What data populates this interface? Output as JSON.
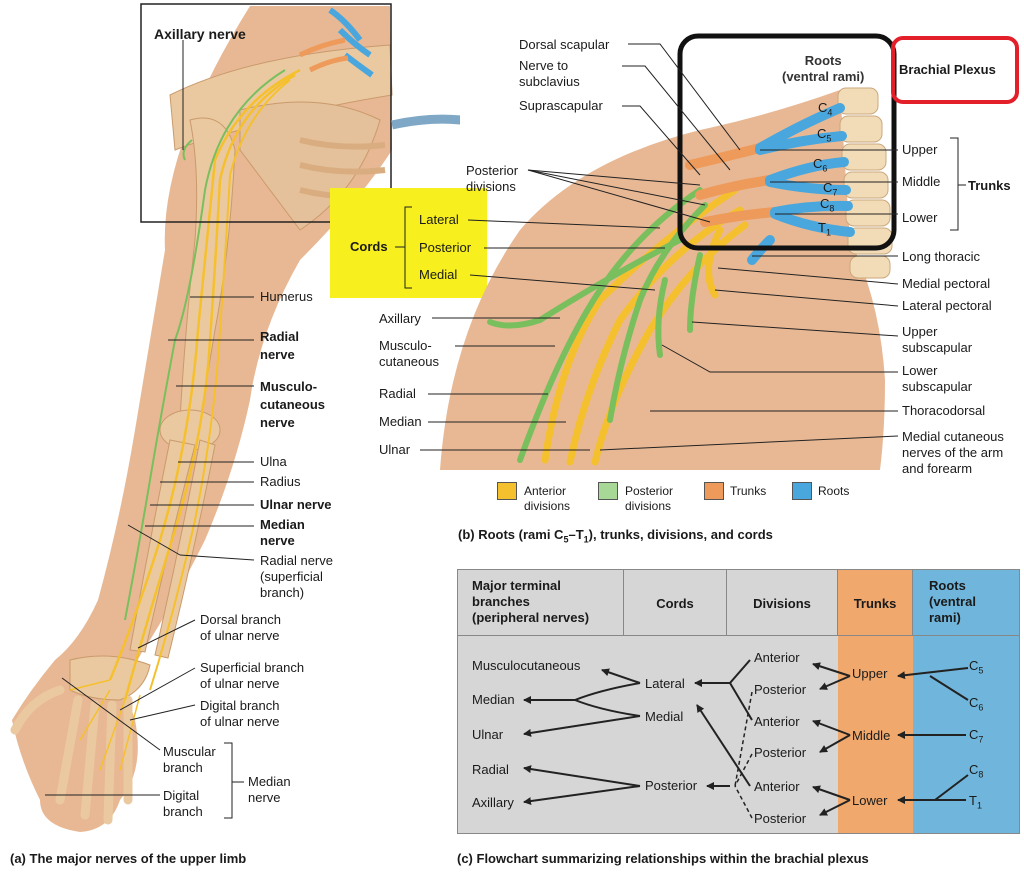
{
  "colors": {
    "anterior": "#f5c02e",
    "posterior": "#79bf5e",
    "trunks": "#ee9a5a",
    "roots": "#4aa7de",
    "bone": "#ebc9a0",
    "skin": "#e8b894",
    "highlight_yellow": "#f7ef1e",
    "box_red": "#e3202a",
    "flow_grey": "#d6d6d6",
    "flow_orange": "#f0a86c",
    "flow_blue": "#70b6dc"
  },
  "panel_a": {
    "caption": "(a) The major nerves of the upper limb",
    "inset_label": "Axillary nerve",
    "labels": {
      "humerus": "Humerus",
      "radial_nerve": "Radial\nnerve",
      "musculo": "Musculo-\ncutaneous\nnerve",
      "ulna": "Ulna",
      "radius": "Radius",
      "ulnar_nerve": "Ulnar nerve",
      "median_nerve": "Median\nnerve",
      "radial_superficial": "Radial nerve\n(superficial\nbranch)",
      "dorsal_ulnar": "Dorsal branch\nof ulnar nerve",
      "superficial_ulnar": "Superficial branch\nof ulnar nerve",
      "digital_ulnar": "Digital branch\nof ulnar nerve",
      "muscular_branch": "Muscular\nbranch",
      "digital_branch": "Digital\nbranch",
      "median_group": "Median\nnerve"
    }
  },
  "panel_b": {
    "caption_pre": "(b) Roots (rami C",
    "caption_sub1": "5",
    "caption_mid": "–T",
    "caption_sub2": "1",
    "caption_post": "), trunks, divisions, and cords",
    "brachial_plexus": "Brachial Plexus",
    "roots_title": "Roots\n(ventral rami)",
    "vertebrae": [
      {
        "l": "C",
        "s": "4"
      },
      {
        "l": "C",
        "s": "5"
      },
      {
        "l": "C",
        "s": "6"
      },
      {
        "l": "C",
        "s": "7"
      },
      {
        "l": "C",
        "s": "8"
      },
      {
        "l": "T",
        "s": "1"
      }
    ],
    "left_labels": {
      "dorsal_scapular": "Dorsal scapular",
      "nerve_to_subclavius": "Nerve to\nsubclavius",
      "suprascapular": "Suprascapular",
      "posterior_divisions": "Posterior\ndivisions",
      "cords": "Cords",
      "lateral": "Lateral",
      "posterior": "Posterior",
      "medial": "Medial",
      "axillary": "Axillary",
      "musculocutaneous": "Musculo-\ncutaneous",
      "radial": "Radial",
      "median": "Median",
      "ulnar": "Ulnar"
    },
    "right_labels": {
      "upper": "Upper",
      "middle": "Middle",
      "lower": "Lower",
      "trunks": "Trunks",
      "long_thoracic": "Long thoracic",
      "medial_pectoral": "Medial pectoral",
      "lateral_pectoral": "Lateral pectoral",
      "upper_subscapular": "Upper\nsubscapular",
      "lower_subscapular": "Lower\nsubscapular",
      "thoracodorsal": "Thoracodorsal",
      "medial_cutaneous": "Medial cutaneous\nnerves of the arm\nand forearm"
    },
    "legend": [
      {
        "label": "Anterior\ndivisions",
        "color": "anterior"
      },
      {
        "label": "Posterior\ndivisions",
        "color": "posterior"
      },
      {
        "label": "Trunks",
        "color": "trunks"
      },
      {
        "label": "Roots",
        "color": "roots"
      }
    ]
  },
  "panel_c": {
    "caption": "(c) Flowchart summarizing relationships within the brachial plexus",
    "headers": {
      "terminal": "Major terminal\nbranches\n(peripheral nerves)",
      "cords": "Cords",
      "divisions": "Divisions",
      "trunks": "Trunks",
      "roots": "Roots\n(ventral\nrami)"
    },
    "terminal": [
      "Musculocutaneous",
      "Median",
      "Ulnar",
      "Radial",
      "Axillary"
    ],
    "cords": [
      "Lateral",
      "Medial",
      "Posterior"
    ],
    "divisions": [
      "Anterior",
      "Posterior",
      "Anterior",
      "Posterior",
      "Anterior",
      "Posterior"
    ],
    "trunks": [
      "Upper",
      "Middle",
      "Lower"
    ],
    "roots": [
      {
        "l": "C",
        "s": "5"
      },
      {
        "l": "C",
        "s": "6"
      },
      {
        "l": "C",
        "s": "7"
      },
      {
        "l": "C",
        "s": "8"
      },
      {
        "l": "T",
        "s": "1"
      }
    ]
  }
}
